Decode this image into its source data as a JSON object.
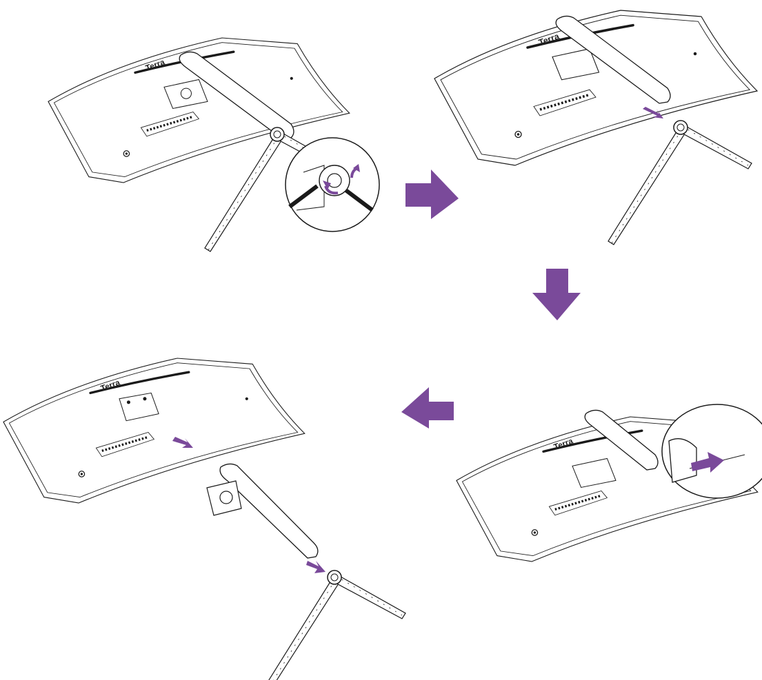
{
  "brand_label": "Terra",
  "colors": {
    "line": "#1a1a1a",
    "arrow": "#7a4a9a",
    "background": "#ffffff"
  },
  "steps": [
    {
      "step": 1,
      "action": "unscrew-stand-screw",
      "icon": "rotate-arrows-icon"
    },
    {
      "step": 2,
      "action": "remove-stand-base"
    },
    {
      "step": 3,
      "action": "slide-stand-neck-out",
      "icon": "push-arrow-icon"
    },
    {
      "step": 4,
      "action": "detach-stand-neck"
    }
  ],
  "flow_arrows": [
    "right",
    "down",
    "left"
  ]
}
